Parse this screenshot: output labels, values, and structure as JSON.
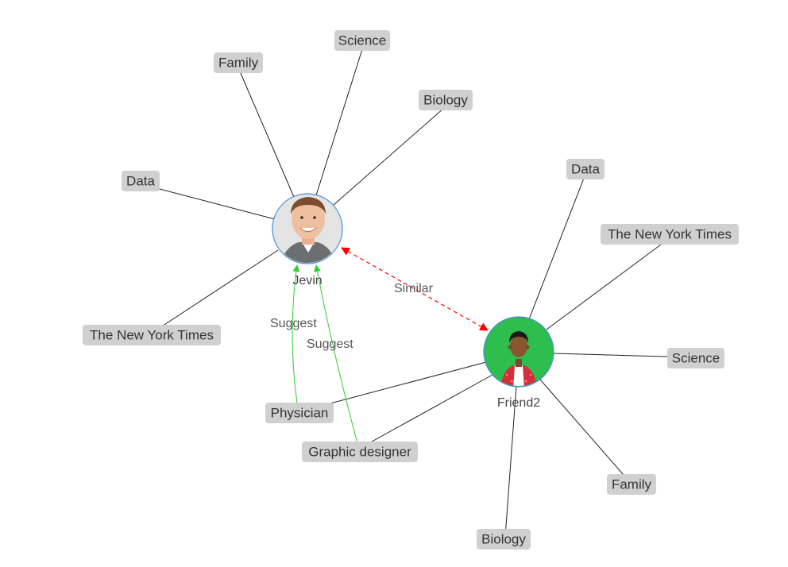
{
  "colors": {
    "tag_fill": "#d0d0d0",
    "tag_text": "#333333",
    "edge_line": "#222222",
    "suggest_line": "#33cc33",
    "similar_line": "#ff0000",
    "avatar_border": "#4a90d9",
    "friend2_bg": "#2dbe4e"
  },
  "people": {
    "jevin": {
      "name": "Jevin",
      "avatar_icon": "photo-avatar-icon"
    },
    "friend2": {
      "name": "Friend2",
      "avatar_icon": "person-avatar-icon"
    }
  },
  "jevin_tags": [
    "Science",
    "Family",
    "Biology",
    "Data",
    "The New York Times"
  ],
  "friend2_tags": [
    "Data",
    "The New York Times",
    "Science",
    "Family",
    "Biology"
  ],
  "shared_tags": [
    "Physician",
    "Graphic designer"
  ],
  "edge_labels": {
    "similar": "Similar",
    "suggest_1": "Suggest",
    "suggest_2": "Suggest"
  }
}
